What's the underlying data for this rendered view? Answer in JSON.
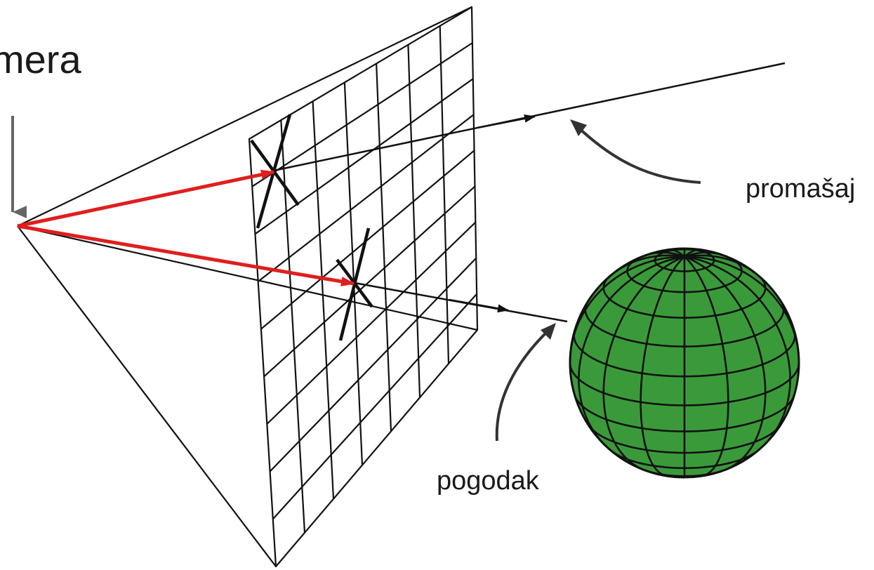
{
  "labels": {
    "camera": "mera",
    "miss": "promašaj",
    "hit": "pogodak"
  },
  "colors": {
    "ray": "#e01e1e",
    "line": "#111111",
    "sphere_fill": "#3a9a3a",
    "pointer_arrow": "#555555"
  }
}
